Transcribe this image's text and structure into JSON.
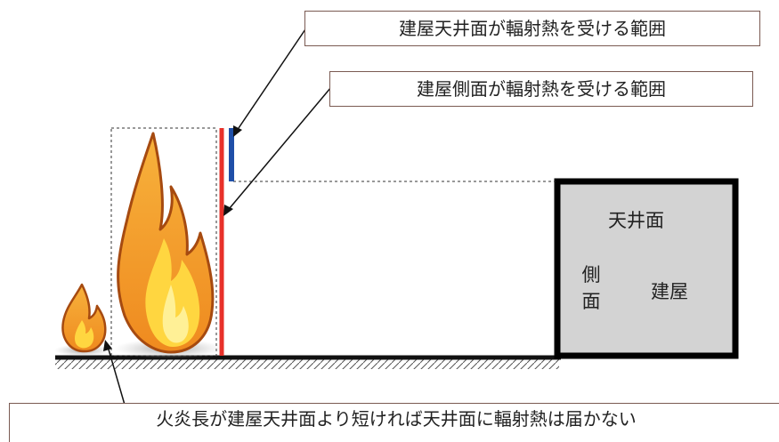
{
  "callouts": {
    "roof_range": "建屋天井面が輻射熱を受ける範囲",
    "side_range": "建屋側面が輻射熱を受ける範囲",
    "bottom_note": "火炎長が建屋天井面より短ければ天井面に輻射熱は届かない"
  },
  "building": {
    "roof_label": "天井面",
    "side_label": "側\n面",
    "building_label": "建屋"
  },
  "colors": {
    "side_range_bar": "#e8312a",
    "roof_range_bar": "#1f4fa8",
    "building_fill": "#d3d3d3",
    "flame_outer": "#a64a10",
    "flame_mid": "#f29a25",
    "flame_inner": "#ffd640"
  }
}
